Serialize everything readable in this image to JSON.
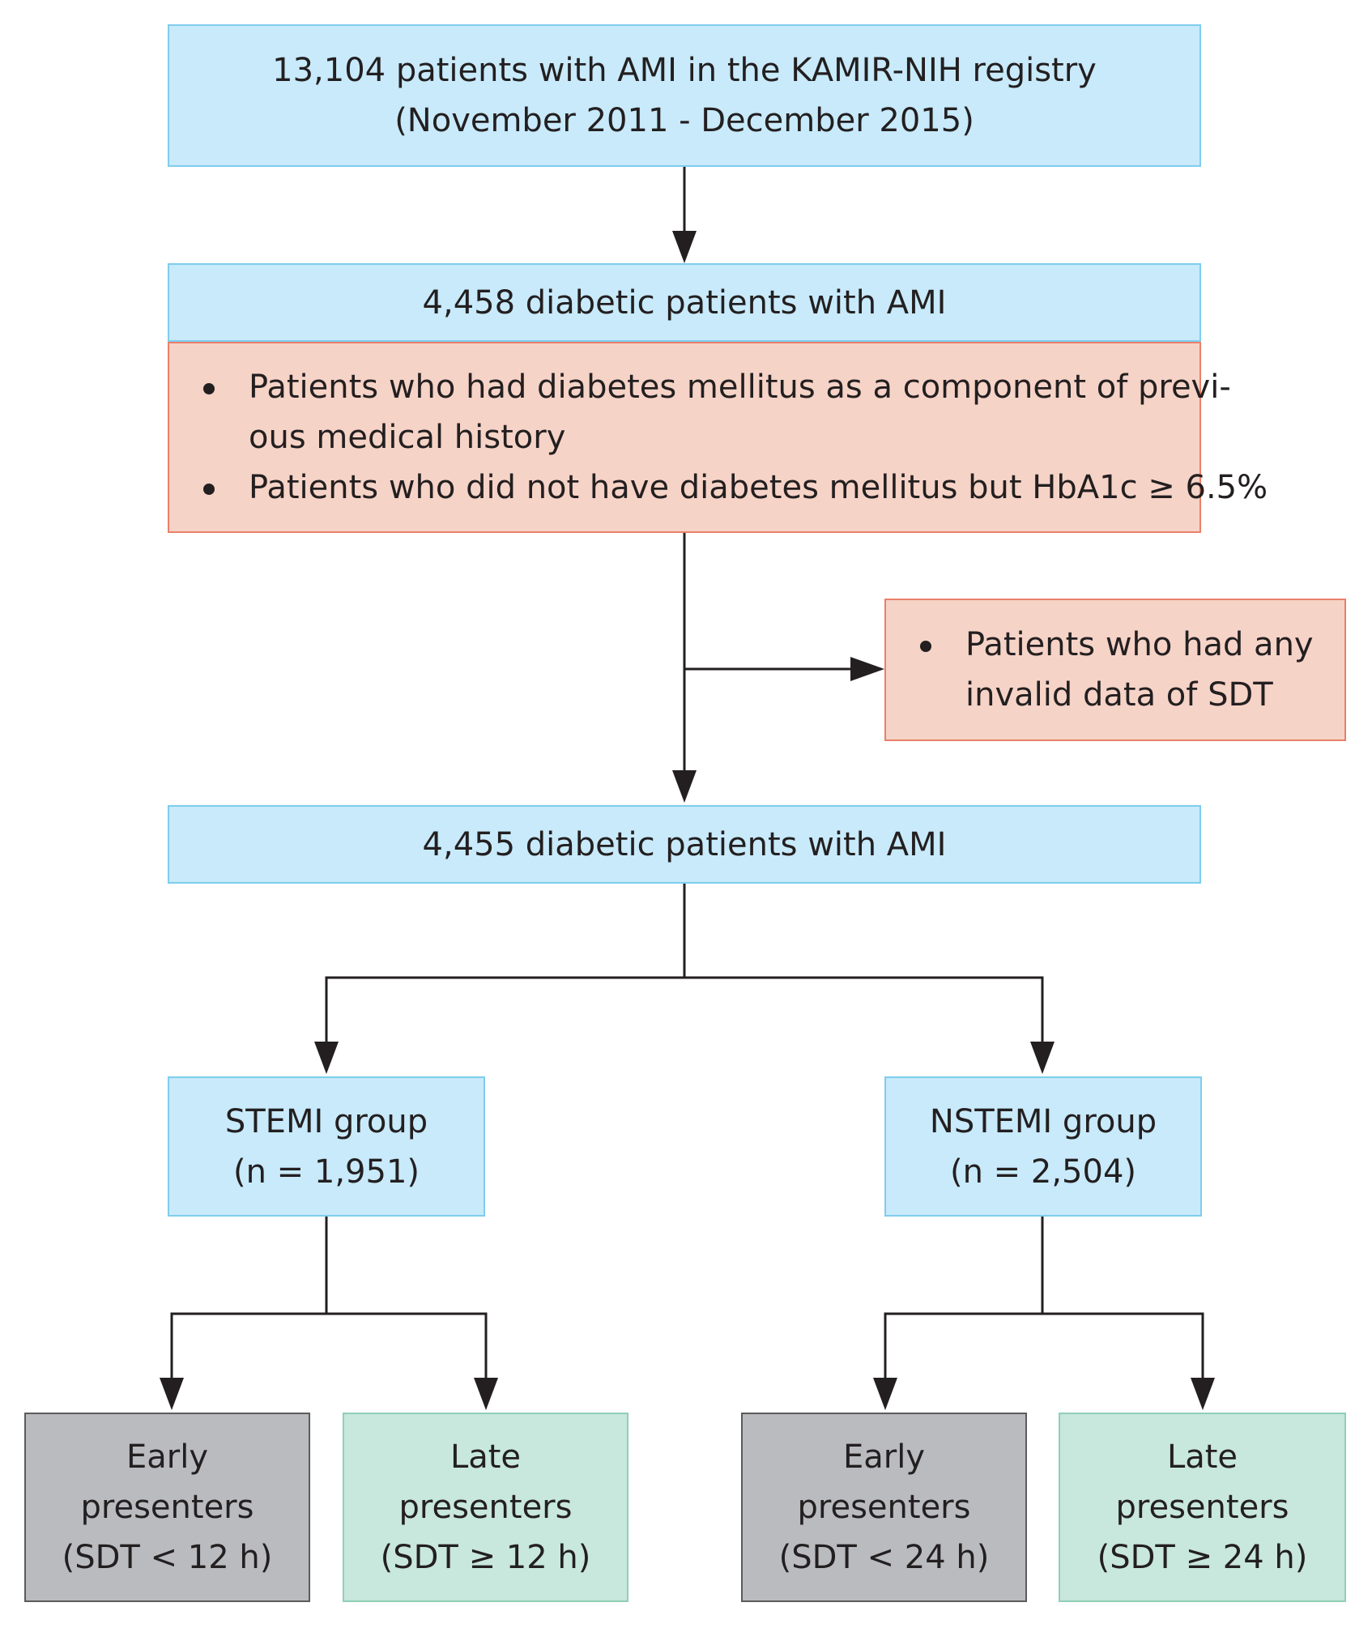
{
  "boxes": {
    "top": {
      "line1": "13,104 patients with AMI in the KAMIR-NIH registry",
      "line2": "(November 2011 - December 2015)"
    },
    "diabetic_initial": {
      "label": "4,458 diabetic patients with AMI"
    },
    "inclusion_criteria": {
      "item1_line1": "Patients who had diabetes mellitus as a component of previ-",
      "item1_line2": "ous medical history",
      "item2": "Patients who did not have diabetes mellitus but HbA1c ≥ 6.5%"
    },
    "exclusion": {
      "line1": "Patients who had any",
      "line2": "invalid data of SDT"
    },
    "diabetic_final": {
      "label": "4,455 diabetic patients with AMI"
    },
    "stemi": {
      "line1": "STEMI group",
      "line2": "(n = 1,951)"
    },
    "nstemi": {
      "line1": "NSTEMI group",
      "line2": "(n = 2,504)"
    },
    "stemi_early": {
      "line1": "Early",
      "line2": "presenters",
      "line3": "(SDT < 12 h)"
    },
    "stemi_late": {
      "line1": "Late",
      "line2": "presenters",
      "line3": "(SDT ≥ 12 h)"
    },
    "nstemi_early": {
      "line1": "Early",
      "line2": "presenters",
      "line3": "(SDT < 24 h)"
    },
    "nstemi_late": {
      "line1": "Late",
      "line2": "presenters",
      "line3": "(SDT ≥ 24 h)"
    }
  },
  "colors": {
    "blue_fill": "#c8eafb",
    "salmon_fill": "#f6d3c7",
    "grey_fill": "#b9bbbe",
    "green_fill": "#c8e7dd",
    "line": "#231f20"
  }
}
